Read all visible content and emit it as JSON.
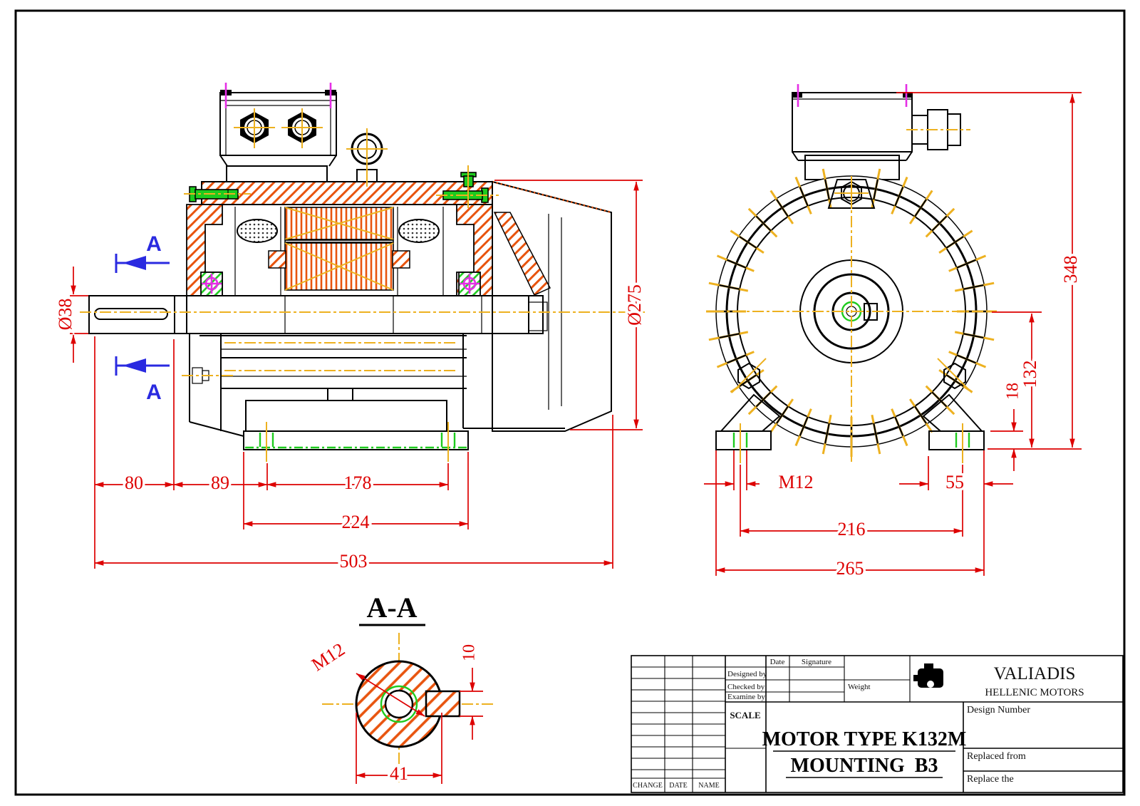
{
  "drawing": {
    "side": {
      "shaft_dia": "Ø38",
      "frame_dia": "Ø275",
      "len_shaft": "80",
      "len_front": "89",
      "len_holes": "178",
      "len_foot": "224",
      "len_total": "503",
      "section_mark": "A"
    },
    "front": {
      "height_total": "348",
      "height_axis": "132",
      "foot_thk": "18",
      "thread": "M12",
      "foot_w": "55",
      "holes_span": "216",
      "width_total": "265"
    },
    "section": {
      "title": "A-A",
      "thread": "M12",
      "key_depth": "10",
      "dia": "41"
    },
    "title_block": {
      "company": "VALIADIS",
      "company_subtitle": "HELLENIC MOTORS",
      "motor_title": "MOTOR TYPE K132M",
      "mounting_title": "MOUNTING  B3",
      "designed_by": "Designed by",
      "checked_by": "Checked by",
      "examine_by": "Examine by",
      "date_label": "Date",
      "signature_label": "Signature",
      "weight_label": "Weight",
      "scale_label": "SCALE",
      "design_number_label": "Design Number",
      "replaced_from_label": "Replaced from",
      "replace_the_label": "Replace the",
      "change_label": "CHANGE",
      "date_col_label": "DATE",
      "name_label": "NAME"
    },
    "colors": {
      "dimension_red": "#dd0000",
      "hatch_orange": "#e8540e",
      "centerline_gold": "#edb120",
      "bearing_green": "#1ecb1e",
      "tick_magenta": "#e52ee5",
      "section_blue": "#2a2ae0",
      "line_black": "#000000"
    }
  }
}
